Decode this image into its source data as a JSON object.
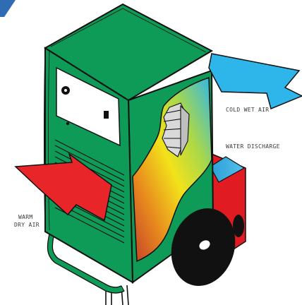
{
  "diagram": {
    "labels": {
      "cold_wet_air": "COLD WET AIR",
      "water_discharge": "WATER DISCHARGE",
      "warm_line1": "WARM",
      "warm_line2": "DRY AIR"
    },
    "colors": {
      "body_green": "#0e9a57",
      "outline": "#111111",
      "panel": "#ffffff",
      "cold_air": "#2eb6ea",
      "warm_air": "#e8262a",
      "tank_red": "#e11b22",
      "wheel": "#111111",
      "water": "#3fa6dc",
      "corner_mark": "#2f6cb4",
      "coil_gray": "#cfcfcf"
    },
    "icons": [
      "fan-icon",
      "knob-icon",
      "switch-icon",
      "indicator-light-icon",
      "wheel-icon"
    ]
  }
}
